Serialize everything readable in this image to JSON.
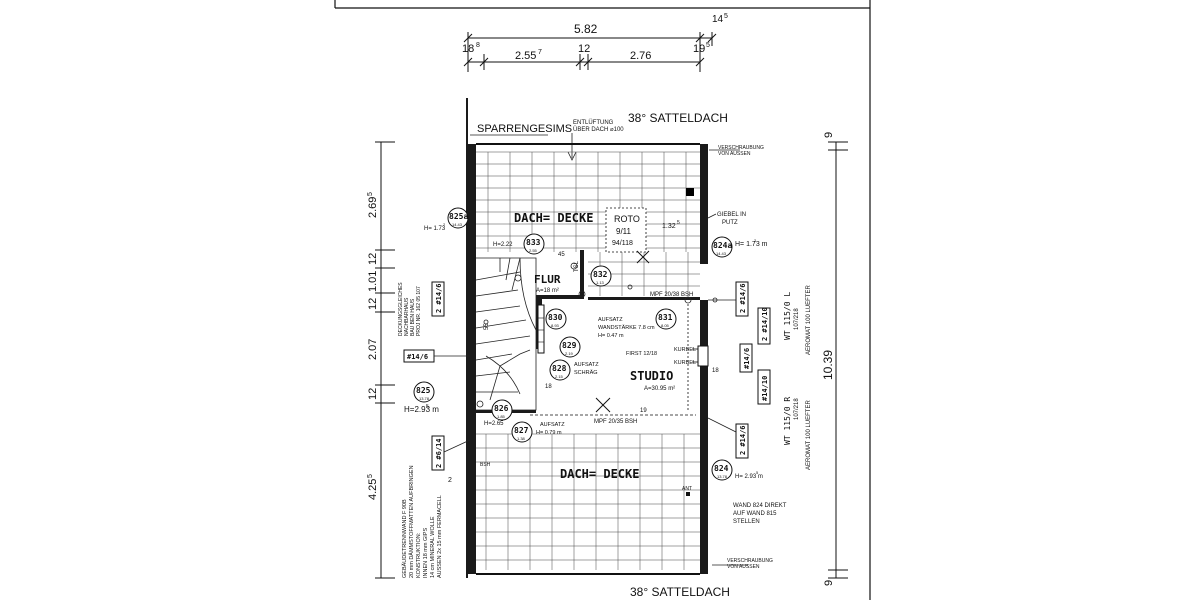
{
  "dimensions": {
    "top_total": "5.82",
    "top_total_sup": "14",
    "top_total_sup2": "5",
    "top_left": "18",
    "top_left_sup": "8",
    "top_seg1": "2.55",
    "top_seg1_sup": "7",
    "top_mid": "12",
    "top_seg2": "2.76",
    "top_right": "19",
    "top_right_sup": "5",
    "left": [
      "2.69",
      "12",
      "1.01",
      "12",
      "2.07",
      "12",
      "4.25"
    ],
    "left_sups": [
      "5",
      "",
      "",
      "",
      "",
      "",
      "5"
    ],
    "right_total": "10.39",
    "right_top": "9",
    "right_bottom": "9"
  },
  "labels": {
    "roof_top": "38° SATTELDACH",
    "roof_bottom": "38° SATTELDACH",
    "eaves": "SPARRENGESIMS",
    "vent": [
      "ENTLÜFTUNG",
      "ÜBER DACH ⌀100"
    ],
    "clamp_top": [
      "VERSCHRAUBUNG",
      "VON AUSSEN"
    ],
    "clamp_bottom": [
      "VERSCHRAUBUNG",
      "VON AUSSEN"
    ],
    "ceiling_top": "DACH= DECKE",
    "ceiling_bottom": "DACH= DECKE",
    "roto": [
      "ROTO",
      "9/11",
      "94/118"
    ],
    "roto_dim": "1.32",
    "roto_dim_sup": "5",
    "gable": [
      "GIEBEL IN",
      "PUTZ"
    ],
    "flur": "FLUR",
    "flur_area": "A=18 m²",
    "studio": "STUDIO",
    "studio_area": "A=30.95 m²",
    "mpf_top": "MPF 20/38 BSH",
    "mpf_bottom": "MPF 20/35 BSH",
    "aufsatz1": [
      "AUFSATZ",
      "WANDSTÄRKE 7.8 cm",
      "H= 0.47 m"
    ],
    "aufsatz2": [
      "AUFSATZ",
      "SCHRÄG"
    ],
    "aufsatz3": [
      "AUFSATZ",
      "H= 0.79 m"
    ],
    "first": "FIRST 12/18",
    "kurbel1": "KURBEL",
    "kurbel2": "KURBEL",
    "h_top_left": "H= 1.73",
    "h_833": "H=2.22",
    "h_824a": "H= 1.73 m",
    "h_825": "H=2.93 m",
    "h_826": "H=2.65",
    "h_824": "H= 2.93 m",
    "wt_a": [
      "WT 115/0 L",
      "107/218"
    ],
    "wt_b": [
      "WT 115/0 R",
      "107/218"
    ],
    "lueft_a": "AEROMAT 100 LUEFTER",
    "lueft_b": "AEROMAT 100 LUEFTER",
    "wall_note": [
      "WAND 824 DIREKT",
      "AUF WAND 815",
      "STELLEN"
    ],
    "decking_note": [
      "DECKUNGSGLEICHES",
      "NACHBARHAUS",
      "BAU BEN HAUS",
      "PROJ NR. 162 05 107"
    ],
    "left_construction": [
      "GEBÄUDETRENNWAND F 90B",
      "20 mm DÄMMSTOFFMATTEN AUFBRINGEN",
      "KONSTRUKTION:",
      "INNEN 18 mm GIPS",
      "14 cm MINERAL WOLLE",
      "AUSSEN 2x 15 mm FERMACELL"
    ],
    "stair_note": "55",
    "tsl": "TSL",
    "tick_45": "45",
    "tick_18a": "18",
    "tick_18b": "18",
    "tick_19": "19",
    "tick_2": "2",
    "bsh": "BSH",
    "ant": "ANT"
  },
  "tags": {
    "t825a": [
      "825a",
      "14.43"
    ],
    "t833": [
      "833",
      "2.55"
    ],
    "t832": [
      "832",
      "1.13"
    ],
    "t830": [
      "830",
      "8.93"
    ],
    "t829": [
      "829",
      "2.19"
    ],
    "t828": [
      "828",
      "2.15"
    ],
    "t831": [
      "831",
      "8.05"
    ],
    "t824a": [
      "824a",
      "14.43"
    ],
    "t825": [
      "825",
      "13.78"
    ],
    "t826": [
      "826",
      "1.85"
    ],
    "t827": [
      "827",
      "1.38"
    ],
    "t824": [
      "824",
      "13.78"
    ]
  },
  "wall_codes": {
    "left1": "2 #14/6",
    "left2": "#14/6",
    "left3": "2 #6/14",
    "right1": "2 #14/6",
    "right2": "2 #14/10",
    "right3": "#14/6",
    "right4": "#14/10",
    "right5": "2 #14/6"
  },
  "sup": {
    "h_top_left": "2",
    "h_824a": "2",
    "h_825": "5",
    "h_824": "5"
  }
}
